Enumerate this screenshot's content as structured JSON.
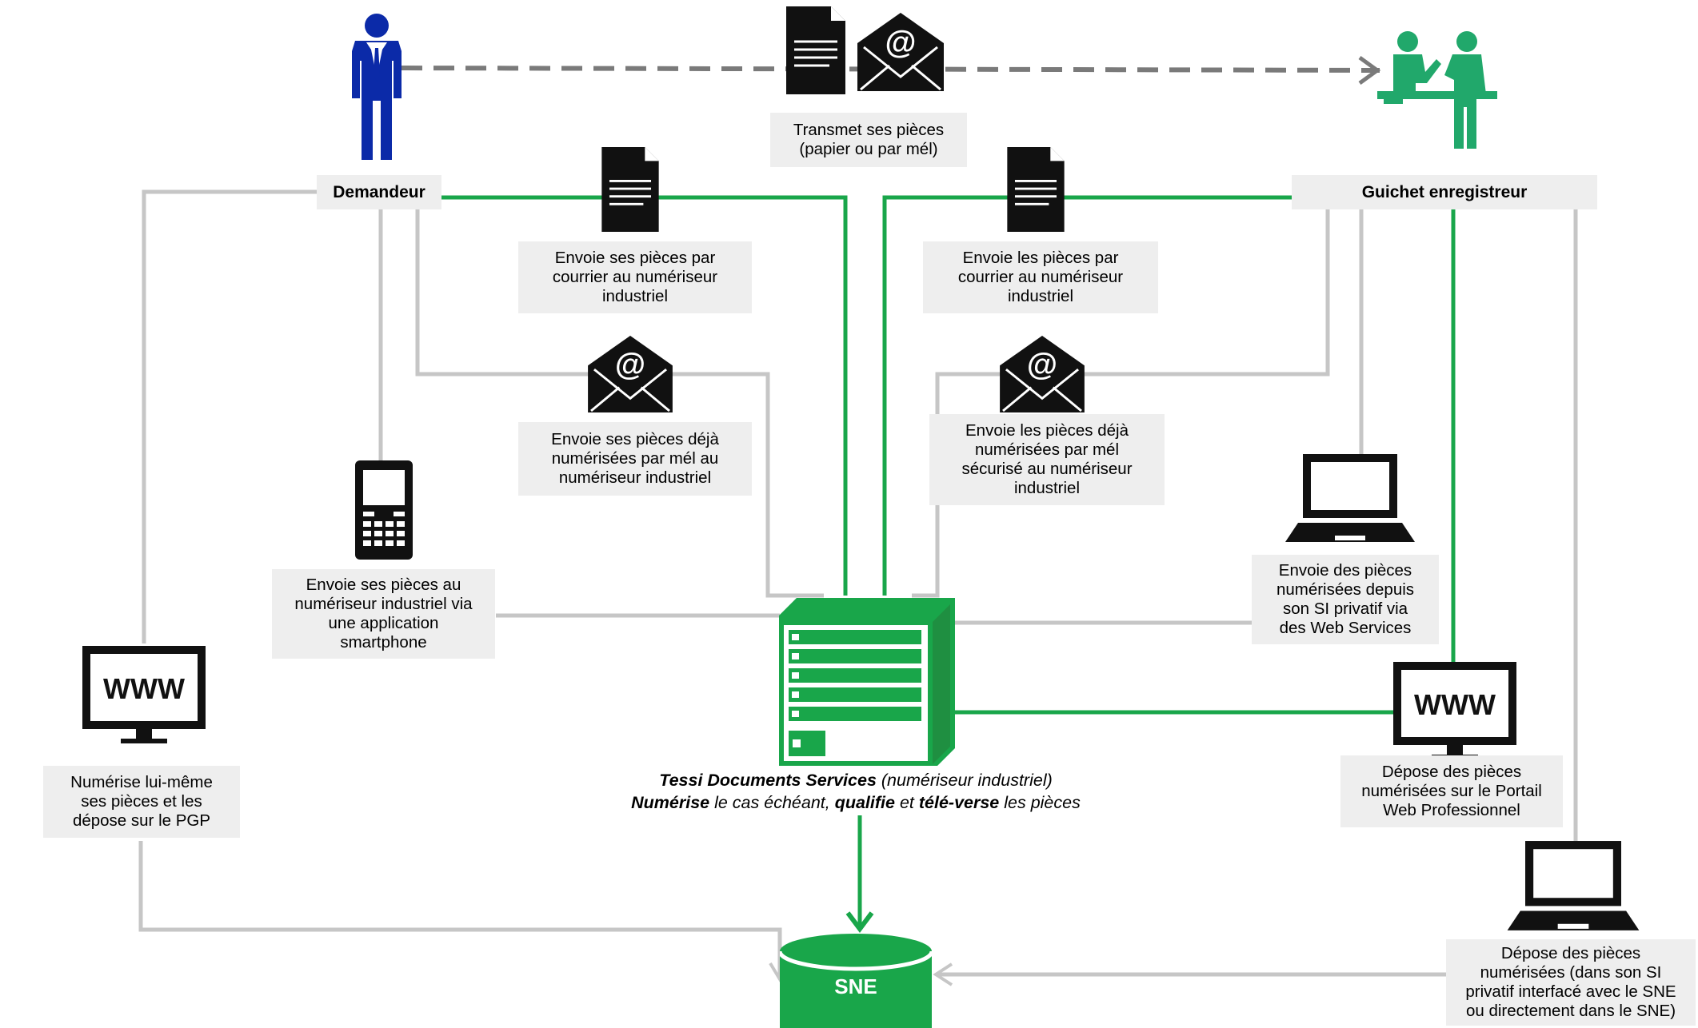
{
  "actors": {
    "demandeur": "Demandeur",
    "guichet": "Guichet enregistreur"
  },
  "labels": {
    "transmet": [
      "Transmet ses pièces",
      "(papier ou par mél)"
    ],
    "courrier_left": [
      "Envoie ses pièces par",
      "courrier au numériseur",
      "industriel"
    ],
    "courrier_right": [
      "Envoie les pièces par",
      "courrier au numériseur",
      "industriel"
    ],
    "mel_left": [
      "Envoie ses pièces déjà",
      "numérisées par mél au",
      "numériseur industriel"
    ],
    "mel_right": [
      "Envoie les pièces déjà",
      "numérisées par mél",
      "sécurisé au numériseur",
      "industriel"
    ],
    "smartphone": [
      "Envoie ses pièces au",
      "numériseur industriel via",
      "une application",
      "smartphone"
    ],
    "webservices": [
      "Envoie des pièces",
      "numérisées depuis",
      "son SI privatif via",
      "des Web Services"
    ],
    "pgp": [
      "Numérise lui-même",
      "ses pièces et les",
      "dépose sur le PGP"
    ],
    "portail": [
      "Dépose des pièces",
      "numérisées sur le Portail",
      "Web Professionnel"
    ],
    "si_direct": [
      "Dépose des pièces",
      "numérisées (dans son SI",
      "privatif interfacé avec le SNE",
      "ou directement dans le SNE)"
    ]
  },
  "center": {
    "line1_bold": "Tessi Documents Services",
    "line1_rest": " (numériseur industriel)",
    "line2_b1": "Numérise",
    "line2_t1": " le cas échéant, ",
    "line2_b2": "qualifie",
    "line2_t2": " et ",
    "line2_b3": "télé-verse",
    "line2_t3": " les pièces"
  },
  "sne": "SNE",
  "icons": {
    "www_left": "WWW",
    "www_right": "WWW"
  },
  "colors": {
    "green": "#19a64a",
    "gray_line": "#c6c6c6",
    "dashed": "#7a7a7a",
    "person_blue": "#0b2aa8",
    "guichet_green": "#21a86b",
    "label_bg": "#eeeeee"
  }
}
